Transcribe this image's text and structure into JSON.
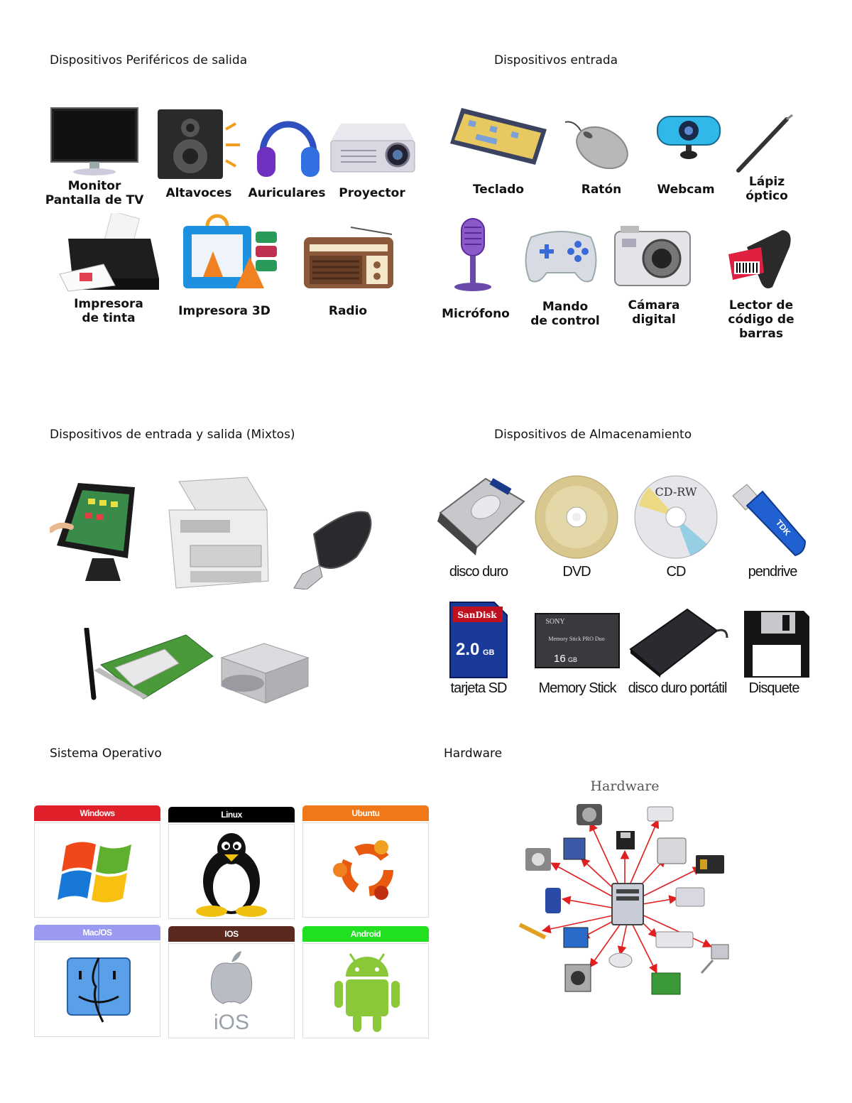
{
  "sections": {
    "output": {
      "heading": "Dispositivos Periféricos de salida",
      "items": [
        {
          "label": "Monitor\nPantalla de TV",
          "icon": "monitor-icon"
        },
        {
          "label": "Altavoces",
          "icon": "speaker-icon"
        },
        {
          "label": "Auriculares",
          "icon": "headphones-icon"
        },
        {
          "label": "Proyector",
          "icon": "projector-icon"
        },
        {
          "label": "Impresora\nde tinta",
          "icon": "inkjet-printer-icon"
        },
        {
          "label": "Impresora 3D",
          "icon": "3d-printer-icon"
        },
        {
          "label": "Radio",
          "icon": "radio-icon"
        }
      ]
    },
    "input": {
      "heading": "Dispositivos entrada",
      "items": [
        {
          "label": "Teclado",
          "icon": "keyboard-icon"
        },
        {
          "label": "Ratón",
          "icon": "mouse-icon"
        },
        {
          "label": "Webcam",
          "icon": "webcam-icon"
        },
        {
          "label": "Lápiz\nóptico",
          "icon": "light-pen-icon"
        },
        {
          "label": "Micrófono",
          "icon": "microphone-icon"
        },
        {
          "label": "Mando\nde control",
          "icon": "gamepad-icon"
        },
        {
          "label": "Cámara\ndigital",
          "icon": "camera-icon"
        },
        {
          "label": "Lector de\ncódigo de barras",
          "icon": "barcode-scanner-icon"
        }
      ]
    },
    "mixed": {
      "heading": "Dispositivos de entrada y salida (Mixtos)",
      "icons": [
        "touchscreen-icon",
        "multifunction-printer-icon",
        "usb-modem-icon",
        "wifi-card-icon",
        "optical-drive-icon"
      ]
    },
    "storage": {
      "heading": "Dispositivos de Almacenamiento",
      "items": [
        {
          "label": "disco duro",
          "icon": "hard-disk-icon"
        },
        {
          "label": "DVD",
          "icon": "dvd-icon"
        },
        {
          "label": "CD",
          "icon": "cd-icon",
          "disc_text": "CD-RW"
        },
        {
          "label": "pendrive",
          "icon": "pendrive-icon",
          "brand": "TDK"
        },
        {
          "label": "tarjeta SD",
          "icon": "sd-card-icon",
          "brand": "SanDisk",
          "capacity": "2.0",
          "unit": "GB"
        },
        {
          "label": "Memory Stick",
          "icon": "memory-stick-icon",
          "brand": "SONY",
          "product": "Memory Stick PRO Duo",
          "capacity": "16",
          "unit": "GB"
        },
        {
          "label": "disco duro portátil",
          "icon": "portable-hdd-icon"
        },
        {
          "label": "Disquete",
          "icon": "floppy-disk-icon"
        }
      ]
    },
    "os": {
      "heading": "Sistema Operativo",
      "cards": [
        {
          "name": "Windows",
          "color": "#e0202a",
          "icon": "windows-logo-icon"
        },
        {
          "name": "Linux",
          "color": "#000000",
          "icon": "tux-penguin-icon"
        },
        {
          "name": "Ubuntu",
          "color": "#f07818",
          "icon": "ubuntu-logo-icon"
        },
        {
          "name": "Mac/OS",
          "color": "#9a9af0",
          "icon": "macos-finder-icon"
        },
        {
          "name": "IOS",
          "color": "#5a2a20",
          "icon": "apple-ios-icon",
          "logo_text": "iOS"
        },
        {
          "name": "Android",
          "color": "#20e020",
          "icon": "android-robot-icon"
        }
      ]
    },
    "hardware": {
      "heading": "Hardware",
      "diagram_title": "Hardware",
      "center_icon": "computer-tower-icon",
      "peripheral_icons": [
        "fan-icon",
        "scanner-icon",
        "floppy-drive-icon",
        "motherboard-icon",
        "hard-drive-icon",
        "printer-icon",
        "chip-icon",
        "usb-stick-icon",
        "drive-icon",
        "cable-icon",
        "monitor-icon",
        "keyboard-icon",
        "network-icon",
        "power-supply-icon",
        "mouse-icon",
        "expansion-card-icon"
      ]
    }
  }
}
